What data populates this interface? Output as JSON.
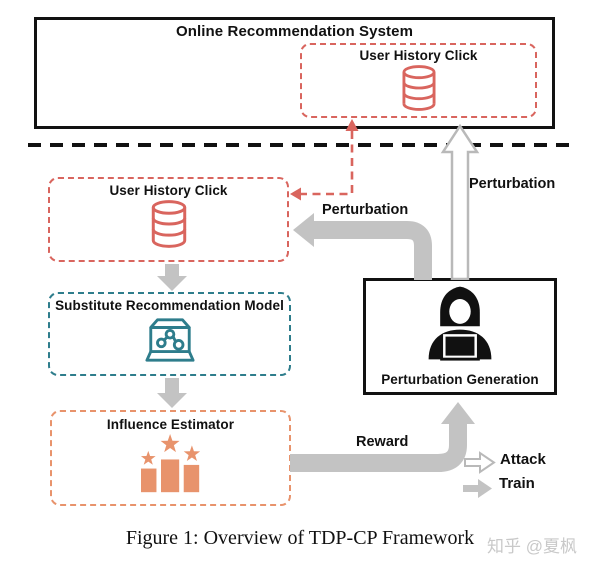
{
  "online_system": {
    "title": "Online Recommendation System",
    "history_box": {
      "title": "User History Click",
      "icon": "database-icon"
    }
  },
  "attacker_side": {
    "history_box": {
      "title": "User History Click",
      "icon": "database-icon"
    },
    "model_box": {
      "title": "Substitute Recommendation Model",
      "icon": "model-case-icon"
    },
    "influence_box": {
      "title": "Influence Estimator",
      "icon": "podium-stars-icon"
    },
    "generation_box": {
      "title": "Perturbation Generation",
      "icon": "hacker-icon"
    }
  },
  "flow_labels": {
    "perturbation_to_online": "Perturbation",
    "perturbation_to_local": "Perturbation",
    "reward": "Reward"
  },
  "legend": {
    "attack_label": "Attack",
    "train_label": "Train"
  },
  "caption": "Figure 1: Overview of TDP-CP Framework",
  "watermark": "知乎 @夏枫",
  "colors": {
    "red": "#d9655e",
    "teal": "#2e7d8c",
    "orange": "#e8936c",
    "arrow_gray": "#c3c3c3",
    "arrow_outline": "#b9b9b9",
    "line_black": "#111111",
    "watermark_gray": "#c9c9c9"
  }
}
